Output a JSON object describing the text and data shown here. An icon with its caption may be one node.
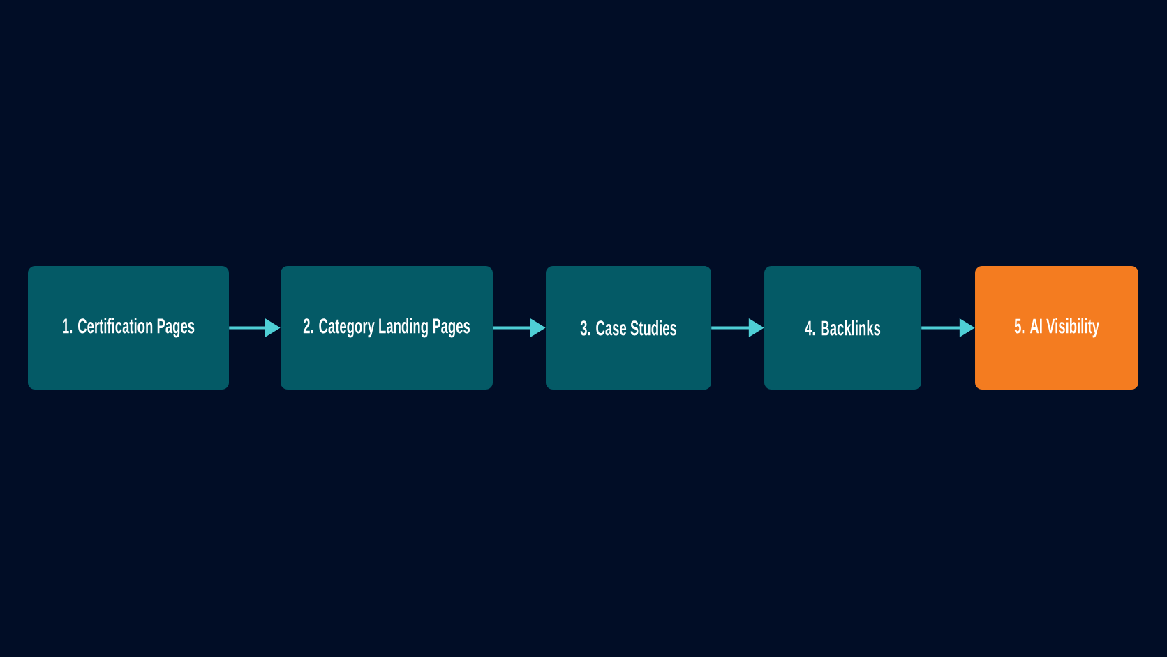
{
  "diagram": {
    "nodes": [
      {
        "text": [
          "1. Certification Pages"
        ]
      },
      {
        "text": [
          "2. Category Landing Pages"
        ]
      },
      {
        "text": [
          "3. Case Studies"
        ]
      },
      {
        "text": [
          "4. Backlinks"
        ]
      },
      {
        "text": [
          "5. AI Visibility"
        ]
      }
    ],
    "edges": [
      {
        "from": 0,
        "to": 1,
        "arrow": "to"
      },
      {
        "from": 1,
        "to": 2,
        "arrow": "to"
      },
      {
        "from": 2,
        "to": 3,
        "arrow": "to"
      },
      {
        "from": 3,
        "to": 4,
        "arrow": "to"
      }
    ]
  }
}
